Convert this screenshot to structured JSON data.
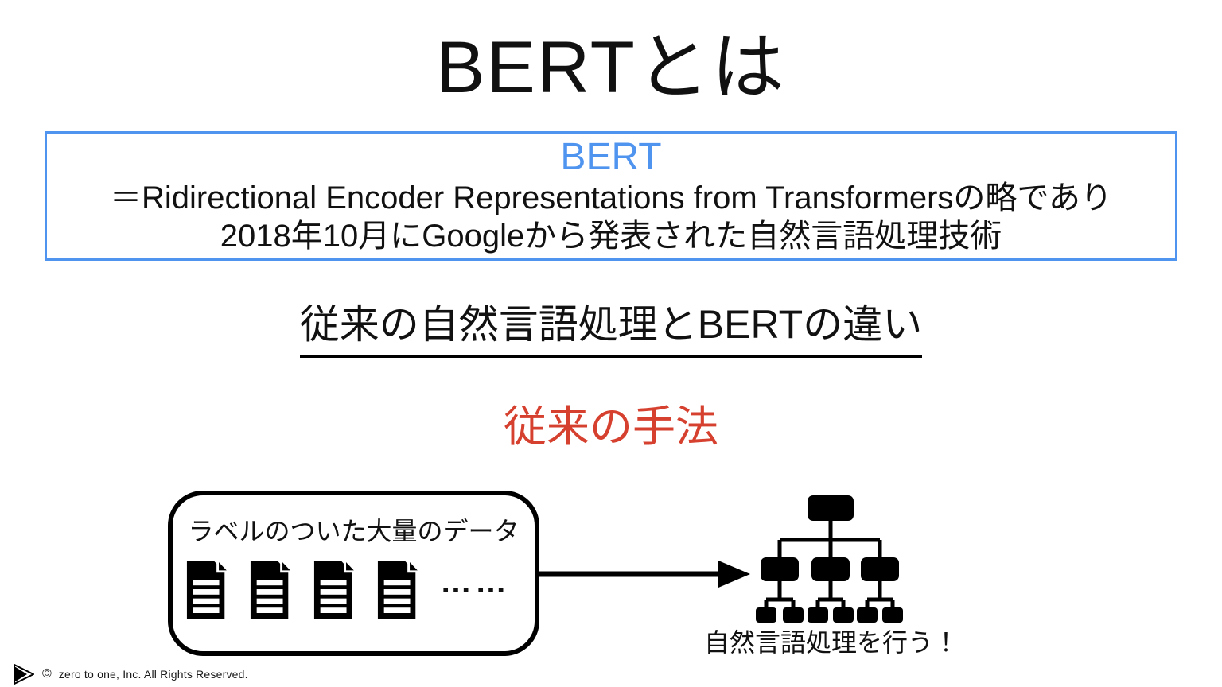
{
  "slide": {
    "title": "BERTとは",
    "definition_box": {
      "heading": "BERT",
      "line1": "＝Ridirectional Encoder Representations from Transformersの略であり",
      "line2": "2018年10月にGoogleから発表された自然言語処理技術"
    },
    "section_heading": "従来の自然言語処理とBERTの違い",
    "method_heading": "従来の手法",
    "data_box": {
      "label": "ラベルのついた大量のデータ",
      "document_icon_count": 4,
      "ellipsis": "……"
    },
    "tree_caption": "自然言語処理を行う！",
    "footer": {
      "copyright_symbol": "©",
      "text": "zero to one, Inc. All Rights Reserved."
    },
    "colors": {
      "accent_blue": "#4f94ef",
      "accent_red": "#d6402e",
      "ink": "#111111"
    }
  }
}
